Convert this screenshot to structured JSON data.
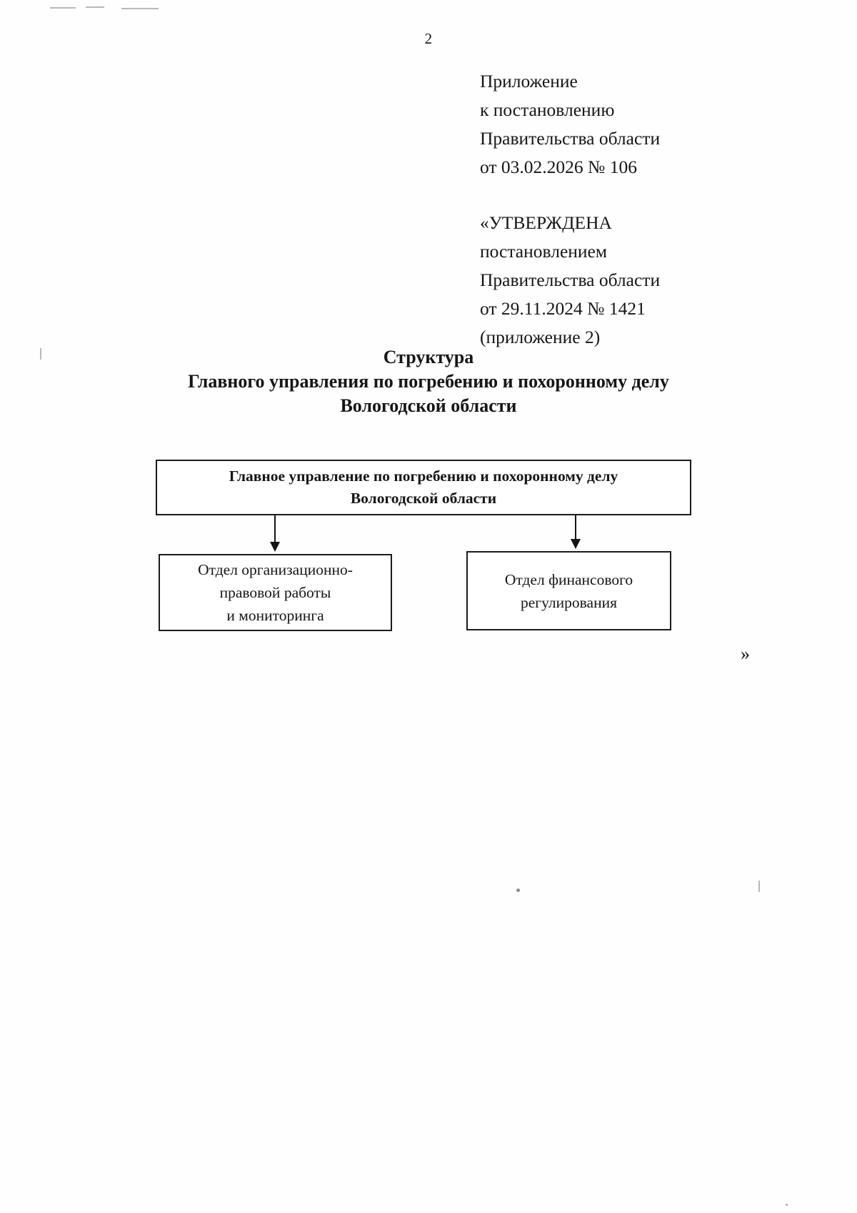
{
  "document": {
    "page_number": "2",
    "closing_quote": "»"
  },
  "approval_block": {
    "lines_first": [
      "Приложение",
      "к постановлению",
      "Правительства области",
      "от 03.02.2026 № 106"
    ],
    "lines_second": [
      "«УТВЕРЖДЕНА",
      "постановлением",
      "Правительства области",
      "от 29.11.2024 № 1421",
      "(приложение 2)"
    ]
  },
  "title": {
    "lines": [
      "Структура",
      "Главного управления по погребению и похоронному делу",
      "Вологодской области"
    ]
  },
  "org_chart": {
    "root": {
      "lines": [
        "Главное управление по погребению и похоронному делу",
        "Вологодской области"
      ]
    },
    "children": [
      {
        "lines": [
          "Отдел организационно-",
          "правовой работы",
          "и мониторинга"
        ]
      },
      {
        "lines": [
          "Отдел финансового",
          "регулирования"
        ]
      }
    ]
  },
  "style": {
    "ink_color": "#161616",
    "border_color": "#1a1a1a",
    "paper_color": "#ffffff"
  }
}
